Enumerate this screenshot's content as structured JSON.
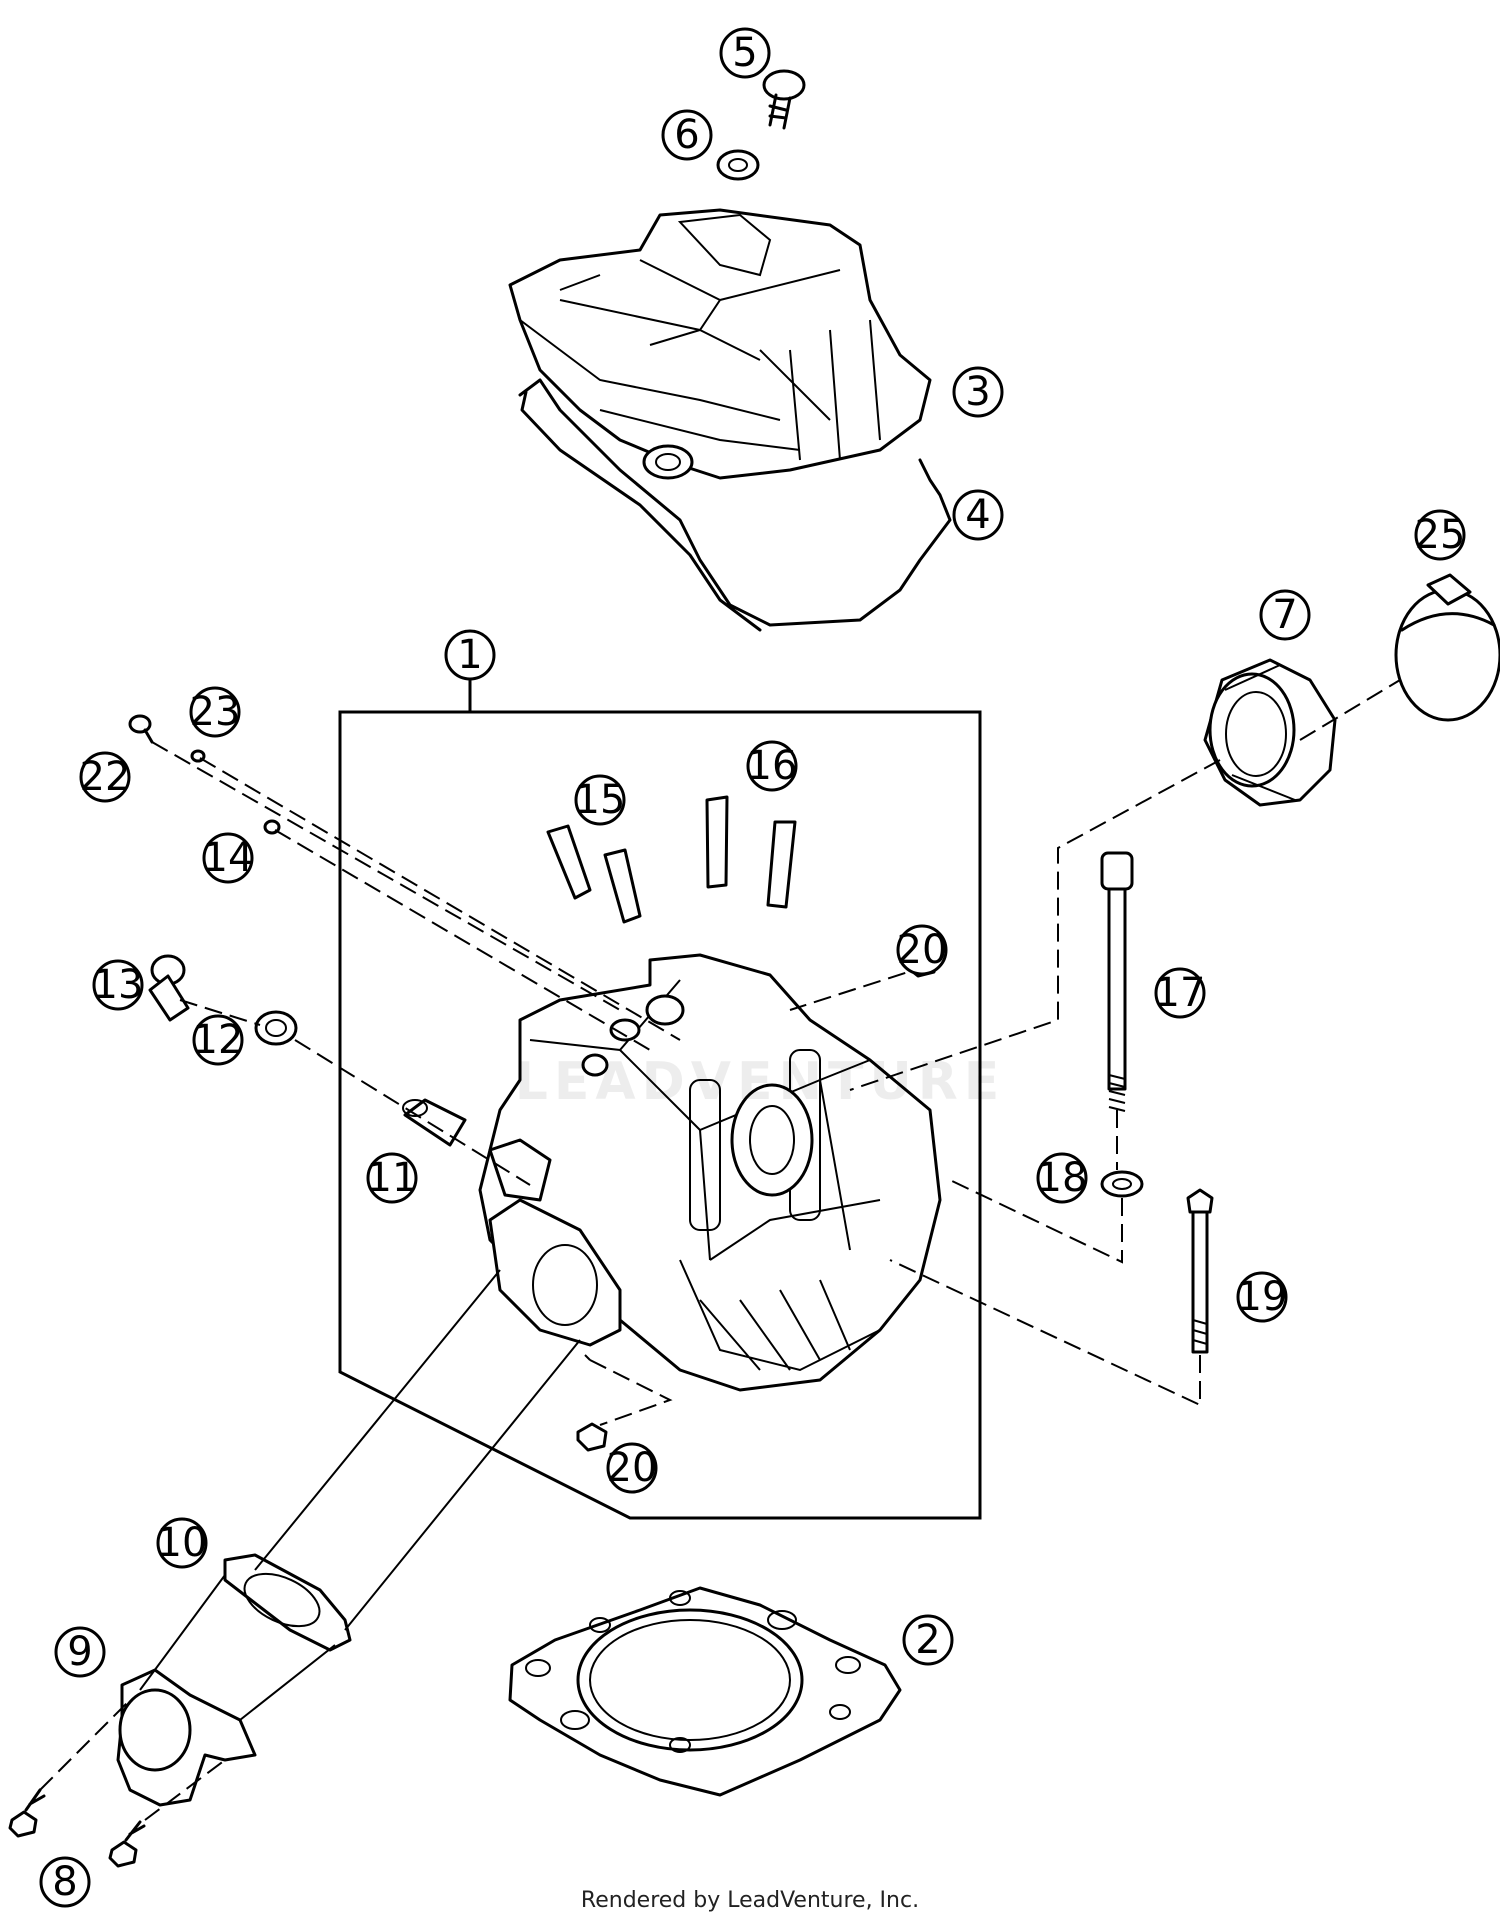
{
  "callouts": {
    "c1": "1",
    "c2": "2",
    "c3": "3",
    "c4": "4",
    "c5": "5",
    "c6": "6",
    "c7": "7",
    "c8": "8",
    "c9": "9",
    "c10": "10",
    "c11": "11",
    "c12": "12",
    "c13": "13",
    "c14": "14",
    "c15": "15",
    "c16": "16",
    "c17": "17",
    "c18": "18",
    "c19": "19",
    "c20a": "20",
    "c20b": "20",
    "c22": "22",
    "c23": "23",
    "c25": "25"
  },
  "watermark": "LEADVENTURE",
  "footer": "Rendered by LeadVenture, Inc."
}
